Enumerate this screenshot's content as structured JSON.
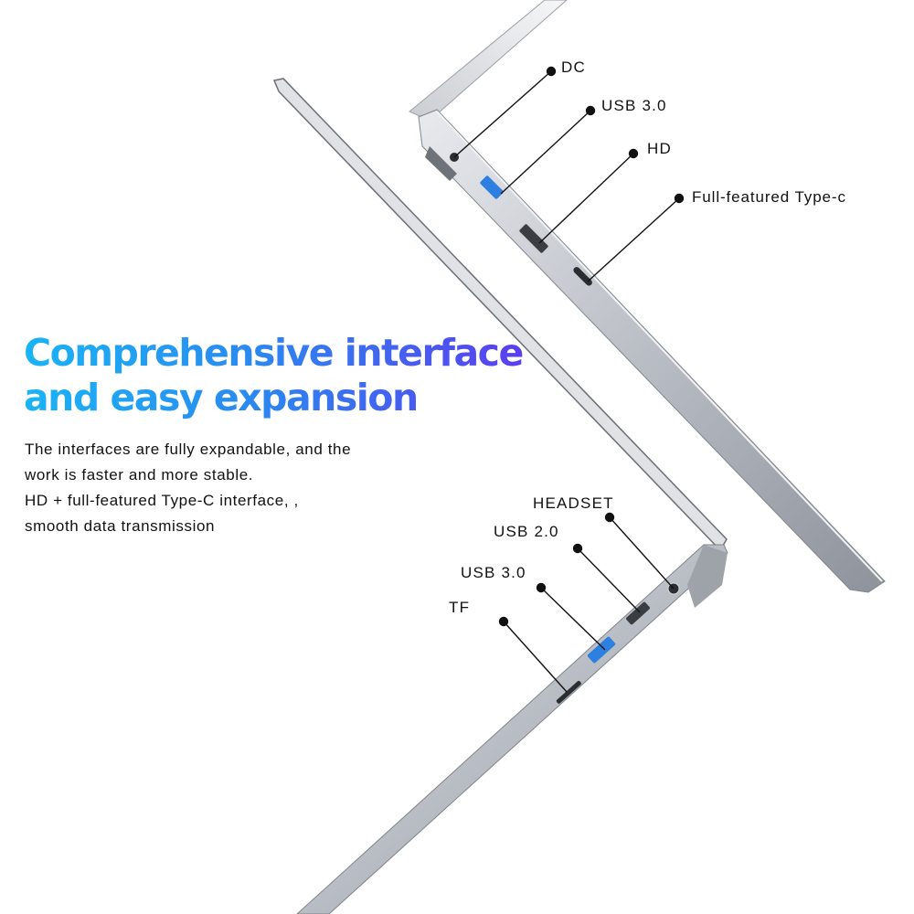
{
  "headline": {
    "line1": "Comprehensive interface",
    "line2": "and easy expansion"
  },
  "description": [
    "The interfaces are fully expandable, and the",
    "work is faster and more stable.",
    "HD + full-featured Type-C interface,  ,",
    "smooth data transmission"
  ],
  "right_side_ports": [
    "DC",
    "USB 3.0",
    "HD",
    "Full-featured Type-c"
  ],
  "left_side_ports": [
    "HEADSET",
    "USB 2.0",
    "USB 3.0",
    "TF"
  ],
  "colors": {
    "gradient_start": "#1ab4f5",
    "gradient_end": "#5a3ef0",
    "usb3_blue": "#2d7fe0"
  }
}
